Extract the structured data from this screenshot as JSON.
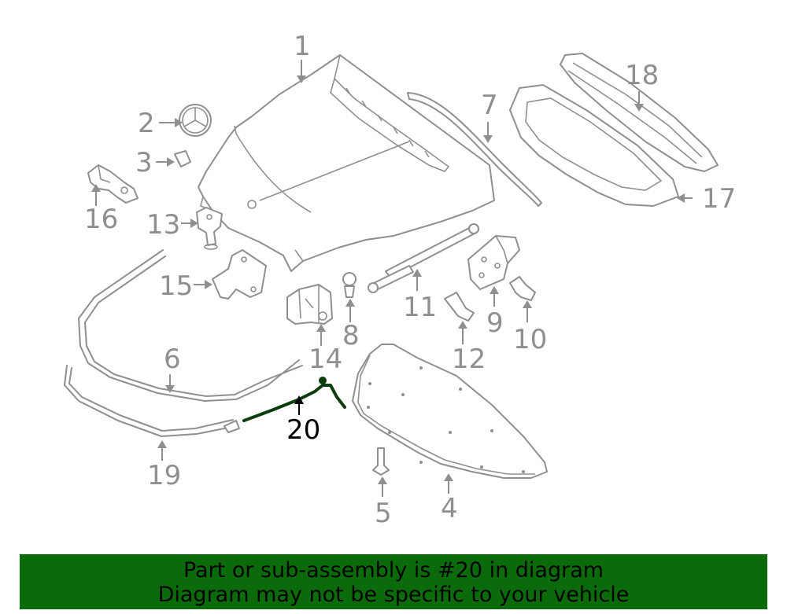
{
  "callouts": [
    "1",
    "2",
    "3",
    "4",
    "5",
    "6",
    "7",
    "8",
    "9",
    "10",
    "11",
    "12",
    "13",
    "14",
    "15",
    "16",
    "17",
    "18",
    "19",
    "20"
  ],
  "highlight": {
    "part": "20",
    "color": "#0b6b0b",
    "stroke_color": "#0c3d0c"
  },
  "banner": {
    "line1": "Part or sub-assembly is #20 in diagram",
    "line2": "Diagram may not be specific to your vehicle"
  }
}
